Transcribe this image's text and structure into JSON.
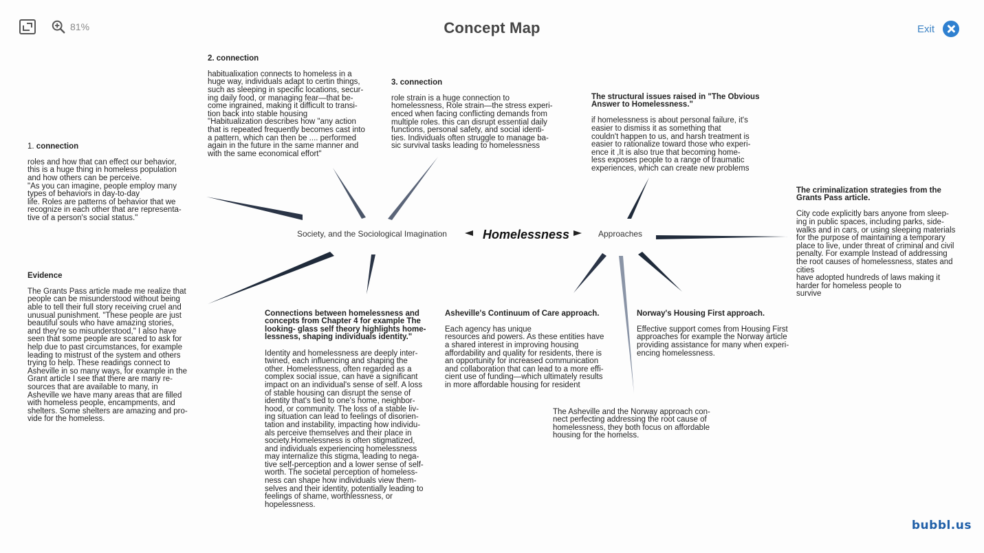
{
  "toolbar": {
    "zoom_level": "81%",
    "fit_icon": "fit-to-screen-icon",
    "zoom_icon": "zoom-in-icon"
  },
  "title": "Concept Map",
  "exit": {
    "label": "Exit",
    "icon": "close-circle-icon"
  },
  "brand": "bubbl.us",
  "colors": {
    "accent": "#2f80d0",
    "connector": "#1f2a3a",
    "connector_light": "#8a94a6"
  },
  "nodes": {
    "central": "Homelessness",
    "society": "Society, and the Sociological Imagination",
    "approaches": "Approaches"
  },
  "notes": {
    "connection1": {
      "num": "1.",
      "title": "connection",
      "body": "roles and how that can effect our behavior,\nthis is a huge thing in homeless population\nand how others can be perceive.\n\"As you can imagine, people employ many\ntypes of behaviors in day-to-day\nlife. Roles are patterns of behavior that we\nrecognize in each other that are representa-\ntive of a person's social status.\""
    },
    "connection2": {
      "title": "2. connection",
      "body": "habitualixation connects to homeless in a\nhuge way,   individuals adapt to certin things,\nsuch as sleeping in specific locations, secur-\ning daily food, or managing fear—that be-\ncome ingrained, making it difficult to transi-\ntion back into stable housing\n\"Habitualization describes how \"any action\nthat is repeated frequently becomes cast into\na pattern, which can then be .... performed\nagain in the future in the same manner and\nwith the same economical effort\""
    },
    "connection3": {
      "title": "3. connection",
      "body": "role strain is a huge connection to\nhomelessness, Role strain—the stress experi-\nenced when facing conflicting demands from\nmultiple roles. this can disrupt essential daily\nfunctions, personal safety, and social identi-\nties. Individuals often struggle to manage ba-\nsic survival tasks leading to homelessness"
    },
    "structural": {
      "title": "The structural issues raised in \"The Obvious\nAnswer to Homelessness.\"",
      "body": "if homelessness is about personal failure, it's\neasier to dismiss it as something that\ncouldn't happen to us, and harsh treatment is\neasier to rationalize toward those who experi-\nence it ,It is also true that becoming home-\nless exposes people to a range of traumatic\nexperiences, which can create new problems"
    },
    "criminalization": {
      "title": "The criminalization strategies from the\nGrants Pass article.",
      "body": "City code explicitly bars anyone from sleep-\ning in public spaces, including parks, side-\nwalks and in cars, or using sleeping materials\nfor the purpose of maintaining a temporary\nplace to live, under threat of criminal and civil\npenalty. For example Instead of addressing\nthe root causes of homelessness, states and\ncities\nhave adopted hundreds of laws making it\nharder for homeless people to\nsurvive"
    },
    "evidence": {
      "title": "Evidence",
      "body": "The Grants Pass article made me realize that\npeople can be misunderstood without being\nable to tell their full story receiving cruel and\nunusual punishment. \"These people are just\nbeautiful souls who have amazing stories,\nand they're so misunderstood,\" I also have\nseen that some people are scared to ask for\nhelp due to past circumstances, for example\nleading to mistrust of the system and others\ntrying to help. These readings connect to\nAsheville in so many ways, for example in the\nGrant article I see that there are many re-\nsources that are available to many, in\nAsheville we have many areas that are filled\nwith homeless people, encampments, and\nshelters. Some shelters are amazing and pro-\nvide for the homeless."
    },
    "chapter4": {
      "title": "Connections between homelessness and\nconcepts from Chapter 4 for example The\nlooking- glass self theory highlights home-\nlessness, shaping individuals identity.\"",
      "body": "Identity and homelessness are deeply inter-\ntwined, each influencing and shaping the\nother. Homelessness, often regarded as a\ncomplex social issue, can have a significant\nimpact on an individual's sense of self.  A loss\nof stable housing can disrupt the sense of\nidentity that's tied to one's home, neighbor-\nhood, or community. The loss of a stable liv-\ning situation can lead to feelings of disorien-\ntation and instability, impacting how individu-\nals perceive themselves and their place in\nsociety.Homelessness is often stigmatized,\nand individuals experiencing homelessness\nmay internalize this stigma, leading to nega-\ntive self-perception and a lower sense of self-\nworth. The societal perception of homeless-\nness can shape how individuals view them-\nselves and their identity, potentially leading to\nfeelings of shame, worthlessness, or\nhopelessness."
    },
    "asheville": {
      "title": "Asheville's Continuum of Care approach.",
      "body": "Each agency has unique\nresources and powers. As these entities have\na shared interest in improving housing\naffordability and quality for residents, there is\nan opportunity for increased communication\nand collaboration that can lead to a more effi-\ncient use of funding—which ultimately results\nin more affordable housing for resident"
    },
    "norway": {
      "title": "Norway's Housing First approach.",
      "body": "Effective support comes from Housing First\napproaches for example the Norway article\nproviding assistance for many when experi-\nencing homelessness."
    },
    "both": {
      "body": "The Asheville and the Norway approach con-\nnect perfecting addressing the root cause of\nhomelessness, they both focus on affordable\nhousing for the homelss."
    }
  }
}
